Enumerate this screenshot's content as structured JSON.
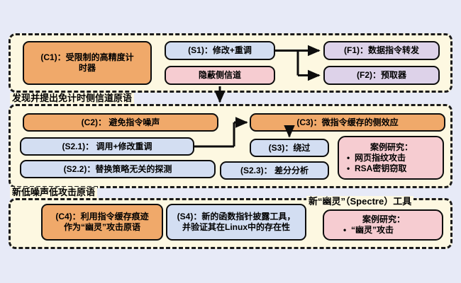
{
  "diagram": {
    "sections": [
      {
        "id": "section-1",
        "label": "发现并提出免计时侧信道原语",
        "nodes": [
          {
            "id": "c1",
            "text": "(C1)：受限制的高精度计\n时器",
            "color": "#f0a96a"
          },
          {
            "id": "s1",
            "text": "(S1)：修改+重调",
            "color": "#d3def2"
          },
          {
            "id": "covert",
            "text": "隐蔽侧信道",
            "color": "#f6ccd1"
          },
          {
            "id": "f1",
            "text": "(F1)：数据指令转发",
            "color": "#ddd2e9"
          },
          {
            "id": "f2",
            "text": "(F2)：预取器",
            "color": "#ddd2e9"
          }
        ]
      },
      {
        "id": "section-2",
        "label": "新低噪声低攻击原语",
        "nodes": [
          {
            "id": "c2",
            "text": "(C2)：  避免指令噪声",
            "color": "#f0a96a"
          },
          {
            "id": "s21",
            "text": "(S2.1)：  调用+修改重调",
            "color": "#d3def2"
          },
          {
            "id": "s22",
            "text": "(S2.2)：替换策略无关的探测",
            "color": "#d3def2"
          },
          {
            "id": "c3",
            "text": "(C3)：微指令缓存的侧效应",
            "color": "#f0a96a"
          },
          {
            "id": "s3",
            "text": "(S3)：绕过",
            "color": "#d3def2"
          },
          {
            "id": "s23",
            "text": "(S2.3)：  差分分析",
            "color": "#d3def2"
          }
        ],
        "case_study": {
          "id": "case-1",
          "title": "案例研究：",
          "items": [
            "网页指纹攻击",
            "RSA密钥窃取"
          ],
          "color": "#f6ccd1"
        }
      },
      {
        "id": "section-3",
        "label": "新“幽灵”（Spectre）工具",
        "nodes": [
          {
            "id": "c4",
            "text": "(C4)：利用指令缓存痕迹\n作为“幽灵”攻击原语",
            "color": "#f0a96a"
          },
          {
            "id": "s4",
            "text": "(S4)：新的函数指针披露工具，\n并验证其在Linux中的存在性",
            "color": "#d3def2"
          }
        ],
        "case_study": {
          "id": "case-2",
          "title": "案例研究：",
          "items": [
            "“幽灵”攻击"
          ],
          "color": "#f6ccd1"
        }
      }
    ],
    "colors": {
      "page_background": "#e7eaf7",
      "section_background": "#fdf8e1",
      "border": "#0d0d0d",
      "orange": "#f0a96a",
      "blue": "#d3def2",
      "pink": "#f6ccd1",
      "purple": "#ddd2e9"
    }
  }
}
